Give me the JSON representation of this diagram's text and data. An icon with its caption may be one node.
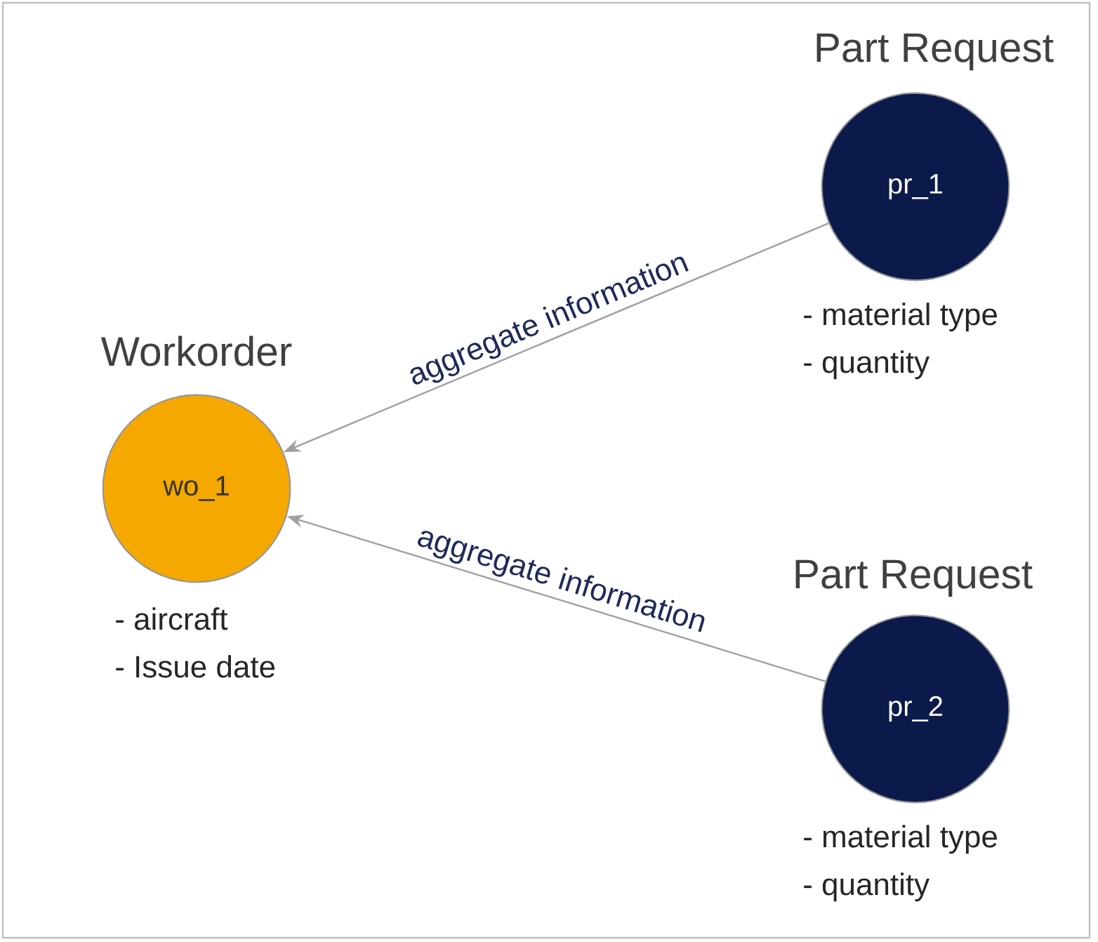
{
  "diagram": {
    "nodes": [
      {
        "text": [
          "Workorder",
          "wo_1"
        ],
        "beside": [
          "- aircraft",
          "- Issue date"
        ]
      },
      {
        "text": [
          "Part Request",
          "pr_1"
        ],
        "beside": [
          "- material type",
          "- quantity"
        ]
      },
      {
        "text": [
          "Part Request",
          "pr_2"
        ],
        "beside": [
          "- material type",
          "- quantity"
        ]
      }
    ],
    "edges": [
      {
        "from": 1,
        "to": 0,
        "arrow": "to",
        "label": "aggregate information"
      },
      {
        "from": 2,
        "to": 0,
        "arrow": "to",
        "label": "aggregate information"
      }
    ]
  }
}
